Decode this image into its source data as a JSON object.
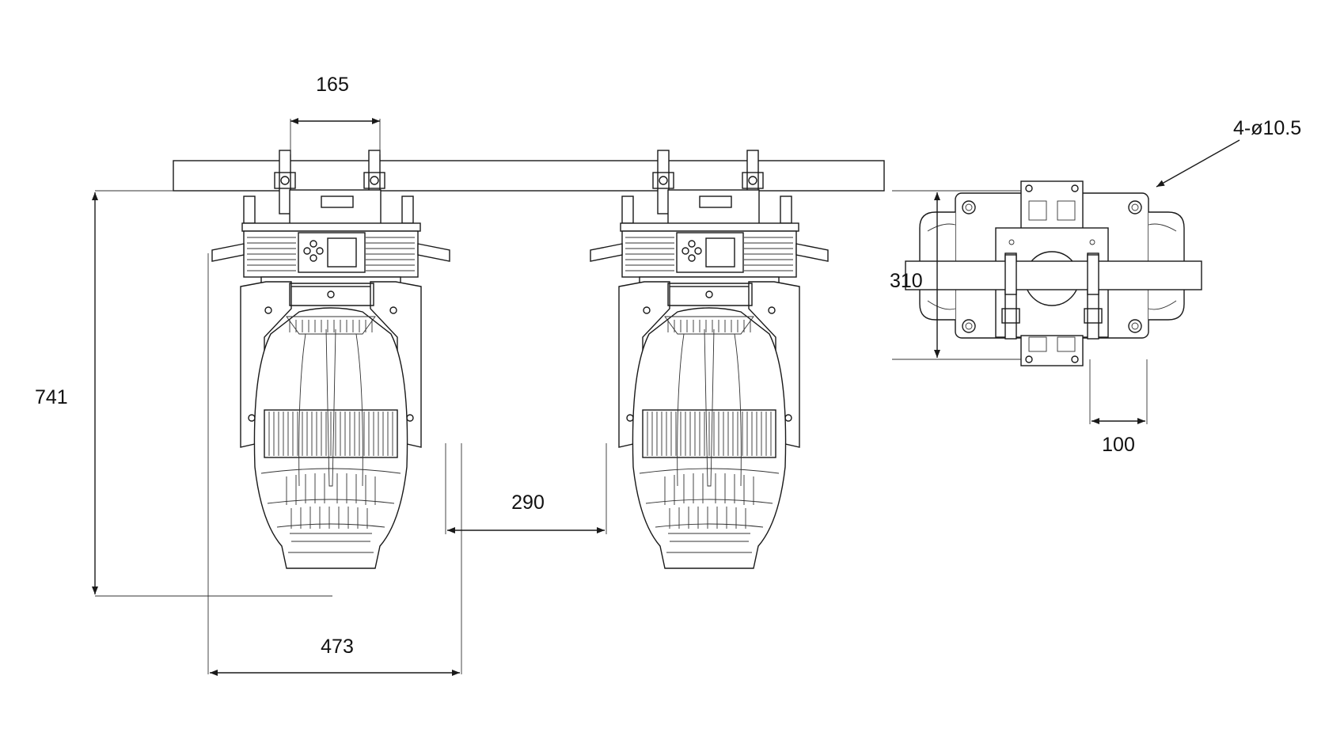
{
  "dimensions": {
    "clamp_spacing": "165",
    "hole_spec": "4-ø10.5",
    "bracket_height": "310",
    "overall_height": "741",
    "fixture_gap": "290",
    "overall_width": "473",
    "hole_spacing": "100"
  },
  "colors": {
    "line": "#1a1a1a",
    "background": "#ffffff"
  }
}
